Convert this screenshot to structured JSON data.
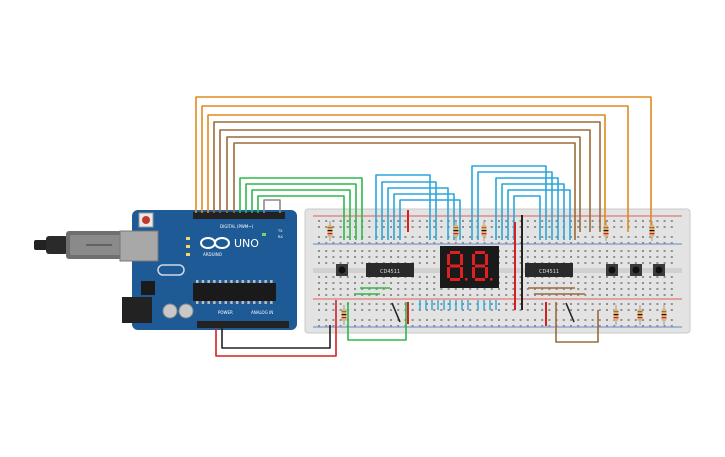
{
  "arduino": {
    "brand": "UNO",
    "logo_text": "ARDUINO",
    "digital_label": "DIGITAL (PWM~)",
    "power_label": "POWER",
    "analog_label": "ANALOG IN",
    "tx_label": "TX",
    "rx_label": "RX",
    "board_color": "#1e5a96"
  },
  "chips": [
    {
      "label": "CD4511"
    },
    {
      "label": "CD4511"
    }
  ],
  "display": {
    "digits": [
      "8",
      "8"
    ],
    "segment_color": "#e02020",
    "body_color": "#1a1a1a"
  },
  "wire_colors": {
    "orange": "#e08a1e",
    "brown": "#9a6a3a",
    "green": "#2fb84a",
    "blue": "#2aa6d8",
    "red": "#d42020",
    "black": "#222222",
    "gray": "#8a8a8a"
  },
  "buttons": {
    "count": 4
  },
  "resistors": {
    "top_count": 5,
    "bottom_count": 4
  }
}
